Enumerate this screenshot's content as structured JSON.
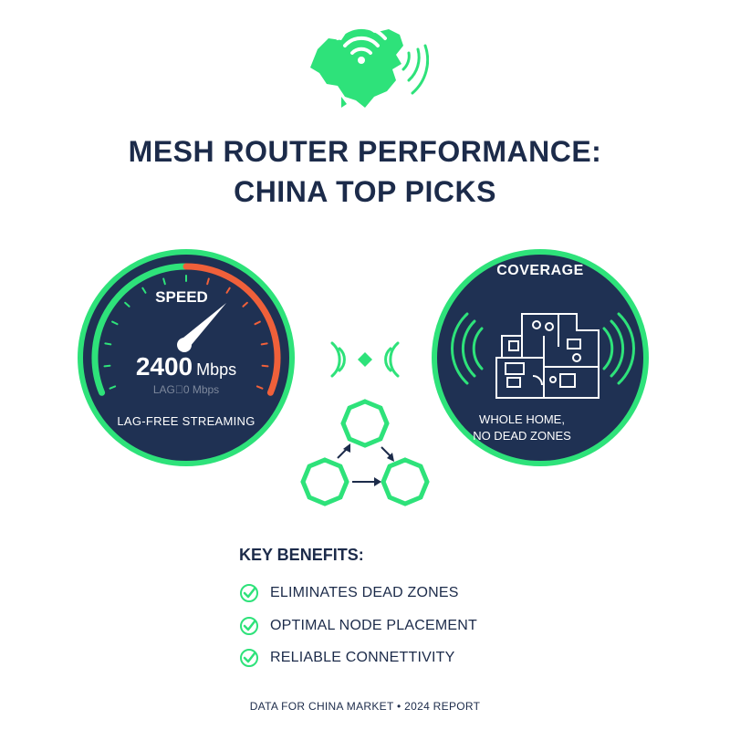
{
  "colors": {
    "accent_green": "#2ee27a",
    "navy": "#1f3153",
    "orange": "#f0603a",
    "text_dark": "#1c2b4a",
    "muted": "#7d889c"
  },
  "title": {
    "line1": "MESH ROUTER PERFORMANCE:",
    "line2": "CHINA TOP PICKS"
  },
  "speed_panel": {
    "label": "SPEED",
    "value": "2400",
    "unit": "Mbps",
    "sub_label": "LAG᪲0 Mbps",
    "caption": "LAG-FREE STREAMING",
    "gauge_fill_fraction": 0.5
  },
  "coverage_panel": {
    "title": "COVERAGE",
    "caption_line1": "WHOLE HOME,",
    "caption_line2": "NO DEAD ZONES"
  },
  "benefits": {
    "title": "KEY BENEFITS:",
    "items": [
      "ELIMINATES DEAD ZONES",
      "OPTIMAL NODE PLACEMENT",
      "RELIABLE CONNETTIVITY"
    ]
  },
  "footer": "DATA FOR CHINA MARKET • 2024 REPORT",
  "icons": {
    "logo": "china-map-wifi-icon",
    "mesh": "mesh-nodes-icon",
    "check": "check-circle-icon"
  }
}
